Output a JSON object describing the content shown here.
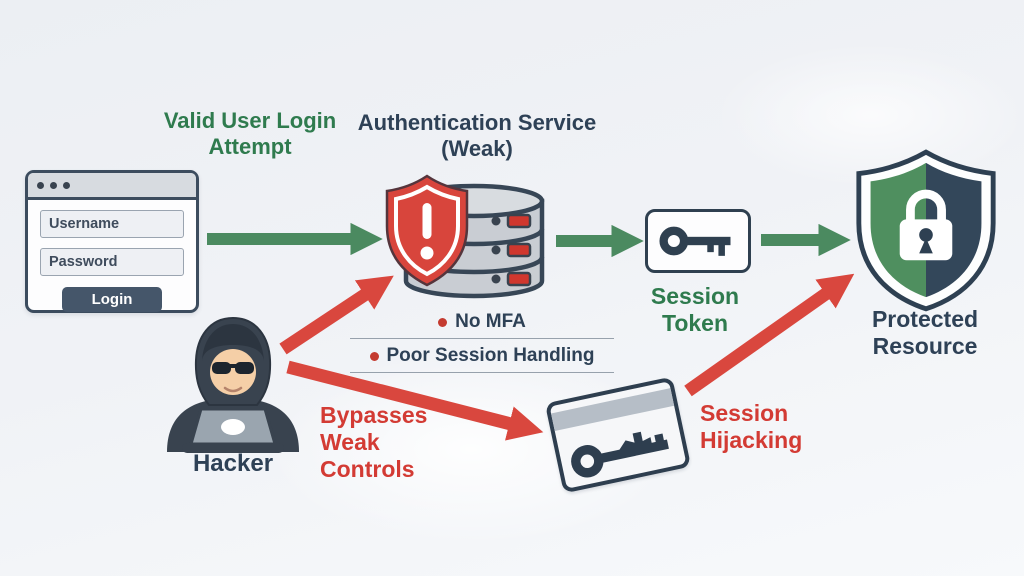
{
  "diagram": {
    "title_implicit": "Authentication bypass flow",
    "flow_labels": {
      "valid_login_attempt": "Valid User Login Attempt",
      "auth_service": "Authentication Service (Weak)",
      "session_token": "Session Token",
      "protected_resource": "Protected Resource",
      "hacker": "Hacker",
      "bypasses_weak_controls": "Bypasses Weak Controls",
      "session_hijacking": "Session Hijacking"
    },
    "auth_weaknesses": [
      "No MFA",
      "Poor Session Handling"
    ],
    "login_window": {
      "username_field": "Username",
      "password_field": "Password",
      "login_button": "Login"
    },
    "icons": {
      "browser-login-window": "window with three dots, two fields, button",
      "warning-shield-icon": "red shield with white exclamation",
      "database-icon": "three-tier gray server cylinder with red status lights",
      "key-icon": "dark key in rounded box",
      "hacker-icon": "hooded figure with sunglasses at laptop",
      "stolen-token-card-icon": "tilted card with key",
      "protected-shield-icon": "green/dark shield with white padlock"
    },
    "colors": {
      "flow_text_green": "#2f7b4e",
      "arrow_green": "#4b8a60",
      "attack_text_red": "#d33b34",
      "arrow_red": "#d9473e",
      "navy_text": "#2e4156",
      "warning_shield_red": "#d8453c",
      "shield_green_half": "#4f8f5f",
      "shield_dark_half": "#33475a",
      "background": "#eef1f5"
    }
  }
}
